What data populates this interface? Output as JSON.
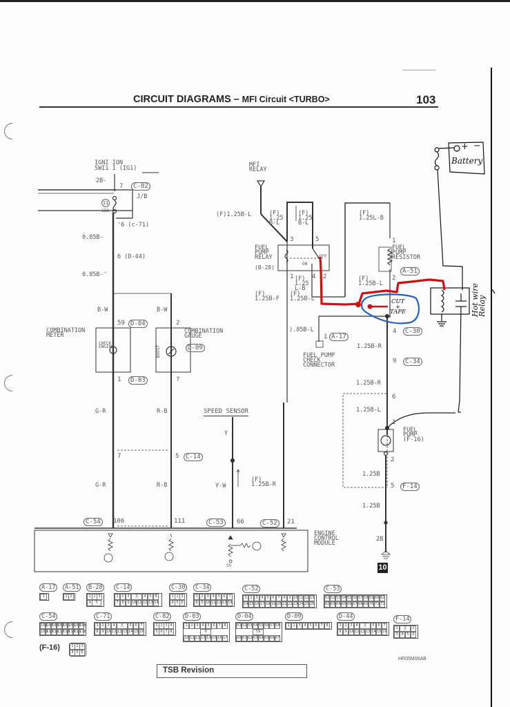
{
  "header": {
    "section": "CIRCUIT DIAGRAMS",
    "dash": "–",
    "circuit": "MFI Circuit <TURBO>",
    "page_number": "103"
  },
  "ignition": {
    "label_line1": "IGNI ION",
    "label_line2": "SWI1 I (IG1)",
    "wire_top": "2B-",
    "pin_top": "7",
    "connector_top": "C-82",
    "jb": "J/B",
    "fuse_number": "11",
    "fuse_rating": "15A",
    "pin_bottom": "'6 (c-71)",
    "wire_a": "0.85B-",
    "pin_d44": "6 (D-44)",
    "wire_b": "0.85B-'"
  },
  "mfi_relay": {
    "label": "MFI\nRELAY",
    "wire_left": "(F)1.25B-L",
    "wire_mid1": "(F)\n1.25\nB-L",
    "wire_mid2": "(F)\n1.25\nB-L",
    "pin3": "3",
    "pin5": "5"
  },
  "fuel_pump_relay": {
    "label": "FUEL\nPUMP\nRELAY",
    "connector": "(B-28)",
    "off": "OFF",
    "on": "ON",
    "pin1": "1",
    "pin4": "4",
    "pin2": "2",
    "wire_1": "(F)\n1.25\nL-B",
    "wire_2": "(F)\n1.25B-F",
    "wire_3": "(F)\n1.25B-L"
  },
  "fuel_pump_resistor": {
    "wire_top": "(F)\n1.25L-B",
    "label": "FUEL\nPUMP\nRESISTOR",
    "connector": "A-51",
    "pin1": "1",
    "pin2": "2",
    "wire_bottom": "(F)\n1.25B-L"
  },
  "check_connector": {
    "wire": ").85B-L",
    "pin": "1",
    "connector": "A-17",
    "label": "FUEL PUMP\nCHECK\nCONNECTOR"
  },
  "pump_chain": {
    "pin_c30": "4",
    "conn_c30": "C-30",
    "wire_1": "1.25B-R",
    "pin_c34": "9",
    "conn_c34": "C-34",
    "wire_2": "1.25B-R",
    "pin_6": "6",
    "wire_3": "1.25B-L",
    "pin_1": "1",
    "pump_label": "FUEL\nPUMP\n(F-16)",
    "pin_2": "2",
    "wire_4": "1.25B",
    "pin_5": "5",
    "conn_f14": "F-14",
    "wire_5": "1.25B",
    "wire_6": "2B",
    "ground": "10"
  },
  "meters": {
    "left_wire": "B-W",
    "left_pin_top": "59",
    "left_conn_top": "D-04",
    "meter_label": "COMBINATION\nMETER",
    "check_engine": "CHECK\nENGINE",
    "left_pin_bottom": "1",
    "left_conn_bottom": "D-03",
    "right_wire": "B-W",
    "right_pin_top": "2",
    "gauge_label": "COMBINATION\nGAUGE",
    "gauge_conn": "D-09",
    "boost": "BOOST",
    "right_pin_bottom": "?",
    "gr1": "G-R",
    "rb1": "R-B",
    "pin7": "7",
    "pin5": "5",
    "conn_c14": "C-14",
    "gr2": "G-R",
    "rb2": "R-B"
  },
  "speed_sensor": {
    "label": "SPEED SENSOR",
    "wire_y": "Y",
    "wire_yw": "Y-W",
    "wire_f": "(F)\n1.25B-R"
  },
  "ecm": {
    "conn_c54": "C-54",
    "pin106": "106",
    "pin111": "111",
    "conn_c53": "C-53",
    "pin66": "66",
    "conn_c52": "C-52",
    "pin21": "21",
    "label": "ENGINE\nCONTROL\nMODULE",
    "v5": "5V"
  },
  "annotations": {
    "battery": "Battery",
    "battery_plus": "+",
    "battery_minus": "−",
    "cut_tape": "CUT\n+\nTAPE",
    "hotwire_relay": "Hot wire\nRelay",
    "red": "#d01010",
    "blue": "#2060c0"
  },
  "connectors": [
    {
      "name": "A-17",
      "rows": [
        [
          "1"
        ]
      ]
    },
    {
      "name": "A-51",
      "rows": [
        [
          "1",
          "2"
        ]
      ]
    },
    {
      "name": "B-28",
      "rows": [
        [
          "1",
          "2",
          "3"
        ],
        [
          "4",
          "5"
        ]
      ]
    },
    {
      "name": "C-14",
      "rows": [
        [
          "1",
          "2",
          "3",
          "╳",
          "4",
          "5",
          "6"
        ],
        [
          "7",
          "8",
          "9",
          "10",
          "11",
          "12",
          "13",
          "14"
        ]
      ]
    },
    {
      "name": "C-30",
      "rows": [
        [
          "1",
          "2",
          "3"
        ],
        [
          "4",
          "5",
          "6"
        ]
      ]
    },
    {
      "name": "C-34",
      "rows": [
        [
          "1",
          "2",
          "3",
          "4",
          "5",
          "6",
          "7"
        ],
        [
          "8",
          "9",
          "10",
          "11",
          "12",
          "13",
          "14"
        ]
      ]
    },
    {
      "name": "C-52",
      "rows": [
        [
          "1",
          "2",
          "3",
          "4",
          "5",
          "6",
          "7",
          "8",
          "9",
          "10",
          "11",
          "12",
          "13"
        ],
        [
          "14",
          "15",
          "16",
          "17",
          "18",
          "19",
          "20",
          "21",
          "22",
          "23",
          "24",
          "25",
          "26"
        ]
      ]
    },
    {
      "name": "C-53",
      "rows": [
        [
          "51",
          "52",
          "53",
          "54",
          "55",
          "56",
          "57",
          "58",
          "59",
          "60",
          "61"
        ],
        [
          "62",
          "63",
          "64",
          "65",
          "66",
          "67",
          "68",
          "69",
          "70",
          "71",
          "72"
        ]
      ]
    },
    {
      "name": "C-54",
      "rows": [
        [
          "101",
          "102",
          "103",
          "104",
          "105",
          "106",
          "107",
          "108"
        ],
        [
          "109",
          "110",
          "111",
          "112",
          "113",
          "114",
          "115",
          "116"
        ]
      ]
    },
    {
      "name": "C-71",
      "rows": [
        [
          "1",
          "2",
          "3",
          "4",
          "╳",
          "5",
          "6",
          "7"
        ],
        [
          "8",
          "9",
          "10",
          "11",
          "12",
          "13",
          "14",
          "15",
          "16"
        ]
      ]
    },
    {
      "name": "C-82",
      "rows": [
        [
          "1",
          "2",
          "3",
          "4"
        ],
        [
          "5",
          "6",
          "7",
          "8"
        ]
      ]
    },
    {
      "name": "D-03",
      "rows": [
        [
          "1",
          "2",
          "3",
          "4",
          "5",
          "6",
          "7",
          "8"
        ],
        [
          "9"
        ],
        [
          "10",
          "11",
          "12",
          "13",
          "14",
          "15",
          "16",
          "17"
        ]
      ]
    },
    {
      "name": "D-04",
      "rows": [
        [
          "51",
          "52",
          "53",
          "54",
          "55",
          "56",
          "57",
          "58"
        ],
        [
          "59"
        ],
        [
          "60",
          "61",
          "62",
          "63",
          "64",
          "65",
          "66",
          "67"
        ]
      ]
    },
    {
      "name": "D-09",
      "rows": [
        [
          "1",
          "2",
          "3",
          "4",
          "5",
          "6",
          "7",
          "8"
        ]
      ]
    },
    {
      "name": "D-44",
      "rows": [
        [
          "1",
          "2",
          "3",
          "4",
          "╳",
          "5",
          "6",
          "7"
        ],
        [
          "8",
          "9",
          "10",
          "11",
          "12",
          "13",
          "14",
          "15",
          "16"
        ]
      ]
    },
    {
      "name": "F-14",
      "rows": [
        [
          "1",
          "╳",
          "2"
        ],
        [
          "3",
          "4",
          "5",
          "6"
        ]
      ]
    }
  ],
  "f16": {
    "label": "(F-16)",
    "rows": [
      [
        "1",
        "2",
        "3"
      ],
      [
        "4",
        "5",
        "6"
      ]
    ]
  },
  "footer": {
    "drawing_code": "HR05M06AB",
    "tsb": "TSB  Revision"
  }
}
